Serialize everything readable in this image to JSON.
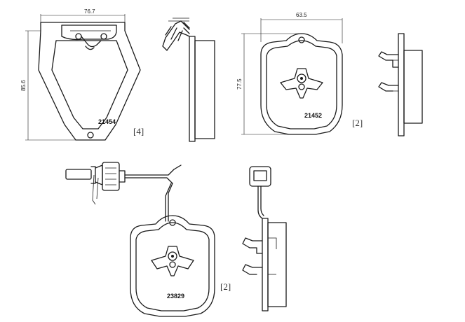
{
  "pads": [
    {
      "part_number": "21454",
      "quantity_label": "[4]",
      "width_dimension": "76.7",
      "height_dimension": "85.6"
    },
    {
      "part_number": "21452",
      "quantity_label": "[2]",
      "width_dimension": "63.5",
      "height_dimension": "77.5"
    },
    {
      "part_number": "23829",
      "quantity_label": "[2]"
    }
  ]
}
